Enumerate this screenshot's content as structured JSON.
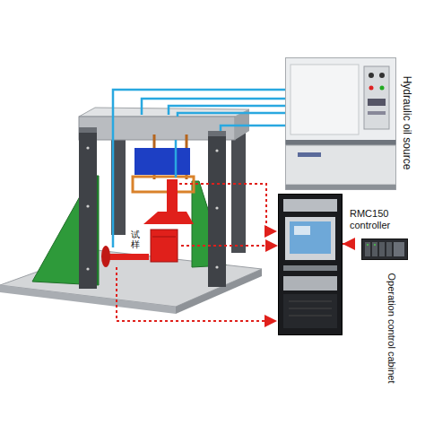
{
  "diagram": {
    "nodes": [
      {
        "text": [
          "Hydraulic oil source"
        ]
      },
      {
        "text": [
          "试样"
        ]
      },
      {
        "text": [
          "RMC150 controller"
        ]
      },
      {
        "text": [
          "Operation control cabinet"
        ]
      }
    ],
    "edges": [
      {
        "from": 1,
        "to": 3,
        "arrow": "to"
      },
      {
        "from": 2,
        "to": 3,
        "arrow": "to"
      }
    ]
  }
}
